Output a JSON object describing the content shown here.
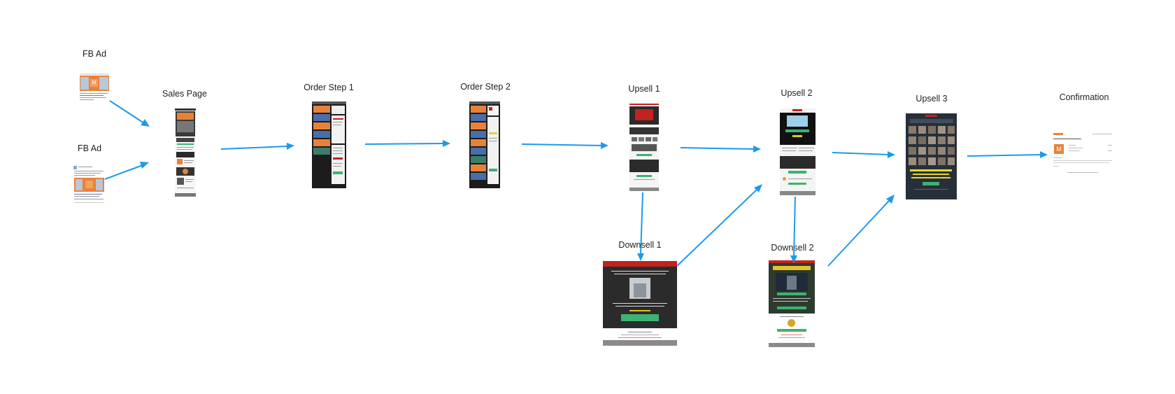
{
  "colors": {
    "arrow": "#1b9bea",
    "brand_orange": "#e8823a",
    "header_red": "#c0241f",
    "cta_green": "#3cb371",
    "dark_bg": "#1c1c1c"
  },
  "nodes": [
    {
      "id": "fb_ad_1",
      "label": "FB Ad",
      "thumb": "fb-ad-preview"
    },
    {
      "id": "fb_ad_2",
      "label": "FB Ad",
      "thumb": "fb-ad-preview"
    },
    {
      "id": "sales_page",
      "label": "Sales Page",
      "thumb": "sales-page-preview"
    },
    {
      "id": "order_step_1",
      "label": "Order Step 1",
      "thumb": "order-form-preview"
    },
    {
      "id": "order_step_2",
      "label": "Order Step 2",
      "thumb": "order-form-preview"
    },
    {
      "id": "upsell_1",
      "label": "Upsell 1",
      "thumb": "upsell-page-preview"
    },
    {
      "id": "upsell_2",
      "label": "Upsell 2",
      "thumb": "upsell-page-preview"
    },
    {
      "id": "upsell_3",
      "label": "Upsell 3",
      "thumb": "upsell-page-preview"
    },
    {
      "id": "confirmation",
      "label": "Confirmation",
      "thumb": "confirmation-email-preview"
    },
    {
      "id": "downsell_1",
      "label": "Downsell 1",
      "thumb": "downsell-page-preview"
    },
    {
      "id": "downsell_2",
      "label": "Downsell 2",
      "thumb": "downsell-page-preview"
    }
  ],
  "edges": [
    {
      "from": "fb_ad_1",
      "to": "sales_page"
    },
    {
      "from": "fb_ad_2",
      "to": "sales_page"
    },
    {
      "from": "sales_page",
      "to": "order_step_1"
    },
    {
      "from": "order_step_1",
      "to": "order_step_2"
    },
    {
      "from": "order_step_2",
      "to": "upsell_1"
    },
    {
      "from": "upsell_1",
      "to": "upsell_2"
    },
    {
      "from": "upsell_1",
      "to": "downsell_1"
    },
    {
      "from": "downsell_1",
      "to": "upsell_2"
    },
    {
      "from": "upsell_2",
      "to": "upsell_3"
    },
    {
      "from": "upsell_2",
      "to": "downsell_2"
    },
    {
      "from": "downsell_2",
      "to": "upsell_3"
    },
    {
      "from": "upsell_3",
      "to": "confirmation"
    }
  ]
}
